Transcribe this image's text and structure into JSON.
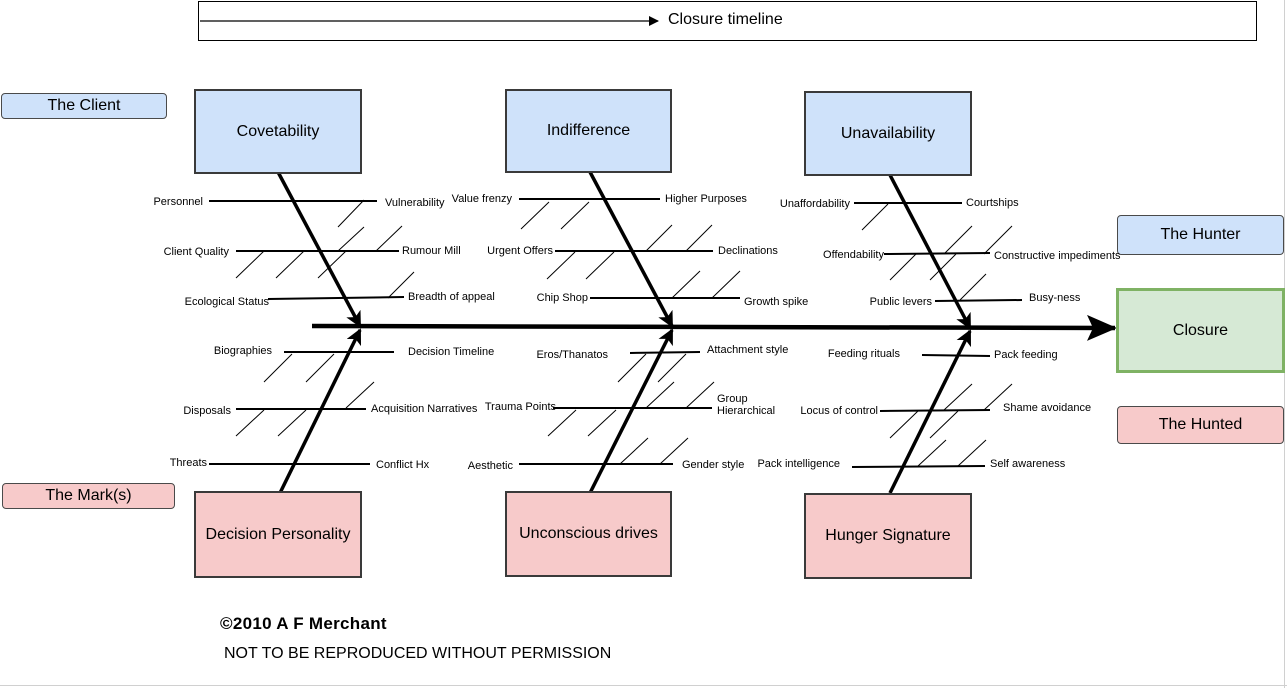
{
  "timeline": {
    "label": "Closure timeline"
  },
  "legend": {
    "client": "The Client",
    "mark": "The Mark(s)",
    "hunter": "The Hunter",
    "hunted": "The Hunted"
  },
  "effect": {
    "label": "Closure",
    "color": "#7fb264"
  },
  "categories": {
    "covetability": "Covetability",
    "indifference": "Indifference",
    "unavailability": "Unavailability",
    "decision_personality": "Decision Personality",
    "unconscious_drives": "Unconscious drives",
    "hunger_signature": "Hunger Signature"
  },
  "causes": {
    "covetability": {
      "left": [
        "Personnel",
        "Client Quality",
        "Ecological Status"
      ],
      "right": [
        "Vulnerability",
        "Rumour Mill",
        "Breadth of appeal"
      ]
    },
    "indifference": {
      "left": [
        "Value frenzy",
        "Urgent Offers",
        "Chip Shop"
      ],
      "right": [
        "Higher Purposes",
        "Declinations",
        "Growth spike"
      ]
    },
    "unavailability": {
      "left": [
        "Unaffordability",
        "Offendability",
        "Public levers"
      ],
      "right": [
        "Courtships",
        "Constructive impediments",
        "Busy-ness"
      ]
    },
    "decision_personality": {
      "left": [
        "Biographies",
        "Disposals",
        "Threats"
      ],
      "right": [
        "Decision Timeline",
        "Acquisition Narratives",
        "Conflict Hx"
      ]
    },
    "unconscious_drives": {
      "left": [
        "Eros/Thanatos",
        "Trauma Points",
        "Aesthetic"
      ],
      "right": [
        "Attachment style",
        "Group Hierarchical",
        "Gender style"
      ]
    },
    "hunger_signature": {
      "left": [
        "Feeding rituals",
        "Locus of control",
        "Pack intelligence"
      ],
      "right": [
        "Pack feeding",
        "Shame avoidance",
        "Self awareness"
      ]
    }
  },
  "footer": {
    "copyright": "©2010 A F Merchant",
    "notice": "NOT TO BE REPRODUCED WITHOUT PERMISSION"
  },
  "colors": {
    "client_fill": "#cfe2fa",
    "mark_fill": "#f7caca",
    "effect_fill": "#d6e9d5"
  }
}
